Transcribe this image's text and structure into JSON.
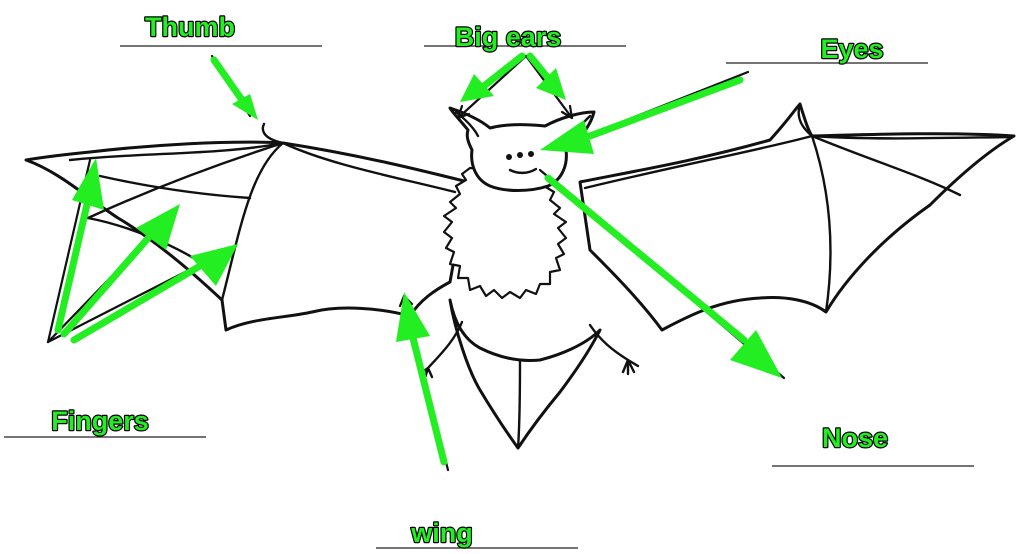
{
  "labels": {
    "thumb": "Thumb",
    "big_ears": "Big ears",
    "eyes": "Eyes",
    "fingers": "Fingers",
    "wing": "wing",
    "nose": "Nose"
  },
  "colors": {
    "label_fill": "#22ee22",
    "label_outline": "#000000",
    "arrow": "#22ee22",
    "line_art": "#111111",
    "background": "#ffffff"
  }
}
